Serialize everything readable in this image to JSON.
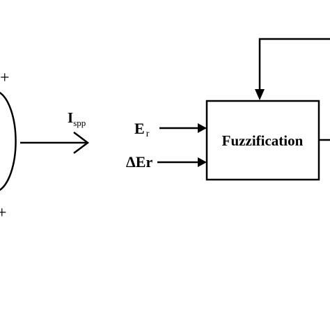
{
  "diagram": {
    "summing_junction": {
      "top_sign": "+",
      "bottom_sign": "+"
    },
    "output_signal": {
      "main": "I",
      "subscript": "spp"
    },
    "inputs": [
      {
        "main": "E",
        "subscript": "r"
      },
      {
        "main": "ΔEr",
        "subscript": ""
      }
    ],
    "block": {
      "label": "Fuzzification"
    }
  }
}
